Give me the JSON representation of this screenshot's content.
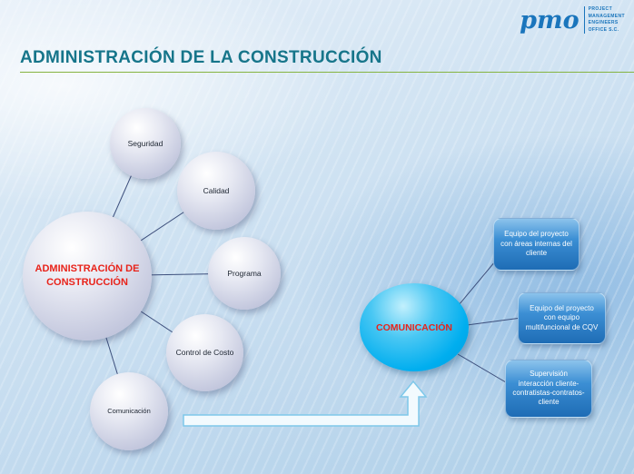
{
  "logo": {
    "brand": "pmo",
    "tagline": [
      "PROJECT",
      "MANAGEMENT",
      "ENGINEERS",
      "OFFICE S.C."
    ]
  },
  "title": "ADMINISTRACIÓN DE LA CONSTRUCCIÓN",
  "diagram": {
    "center": "ADMINISTRACIÓN DE CONSTRUCCIÓN",
    "satellites": [
      {
        "label": "Seguridad"
      },
      {
        "label": "Calidad"
      },
      {
        "label": "Programa"
      },
      {
        "label": "Control de Costo"
      },
      {
        "label": "Comunicación"
      }
    ]
  },
  "communication": {
    "hub": "COMUNICACIÓN",
    "boxes": [
      {
        "label": "Equipo del proyecto con áreas internas del cliente"
      },
      {
        "label": "Equipo del proyecto con equipo multifuncional de CQV"
      },
      {
        "label": "Supervisión interacción cliente-contratistas-contratos-cliente"
      }
    ]
  },
  "colors": {
    "title_teal": "#16758a",
    "accent_red": "#e8231a",
    "hub_cyan": "#00aeef",
    "box_blue": "#2a7cc7",
    "underline_green": "#86b441"
  }
}
